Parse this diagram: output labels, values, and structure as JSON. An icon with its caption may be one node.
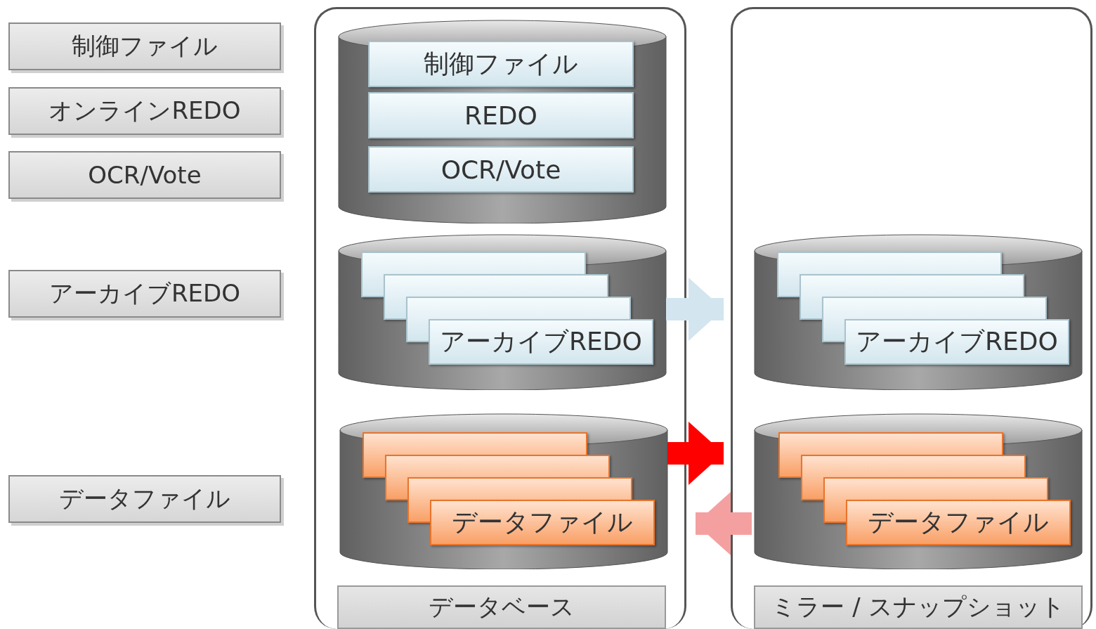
{
  "diagram": {
    "nodes": [
      {
        "text": [
          "制御ファイル"
        ]
      },
      {
        "text": [
          "オンラインREDO"
        ]
      },
      {
        "text": [
          "OCR/Vote"
        ]
      },
      {
        "text": [
          "アーカイブREDO"
        ]
      },
      {
        "text": [
          "データファイル"
        ]
      },
      {
        "text": [
          "データベース"
        ]
      },
      {
        "text": [],
        "shape": "cylinder",
        "in": 5
      },
      {
        "text": [
          "制御ファイル"
        ],
        "in": 6
      },
      {
        "text": [
          "REDO"
        ],
        "in": 6
      },
      {
        "text": [
          "OCR/Vote"
        ],
        "in": 6
      },
      {
        "text": [],
        "shape": "cylinder",
        "in": 5
      },
      {
        "text": [],
        "shape": "box",
        "in": 10
      },
      {
        "text": [],
        "shape": "box",
        "in": 10
      },
      {
        "text": [],
        "shape": "box",
        "in": 10
      },
      {
        "text": [
          "アーカイブREDO"
        ],
        "in": 10
      },
      {
        "text": [],
        "shape": "cylinder",
        "in": 5
      },
      {
        "text": [],
        "shape": "box",
        "in": 15
      },
      {
        "text": [],
        "shape": "box",
        "in": 15
      },
      {
        "text": [],
        "shape": "box",
        "in": 15
      },
      {
        "text": [
          "データファイル"
        ],
        "in": 15
      },
      {
        "text": [
          "ミラー / スナップショット"
        ]
      },
      {
        "text": [],
        "shape": "cylinder",
        "in": 20
      },
      {
        "text": [],
        "shape": "box",
        "in": 21
      },
      {
        "text": [],
        "shape": "box",
        "in": 21
      },
      {
        "text": [],
        "shape": "box",
        "in": 21
      },
      {
        "text": [
          "アーカイブREDO"
        ],
        "in": 21
      },
      {
        "text": [],
        "shape": "cylinder",
        "in": 20
      },
      {
        "text": [],
        "shape": "box",
        "in": 26
      },
      {
        "text": [],
        "shape": "box",
        "in": 26
      },
      {
        "text": [],
        "shape": "box",
        "in": 26
      },
      {
        "text": [
          "データファイル"
        ],
        "in": 26
      }
    ],
    "edges": [
      {
        "from": 10,
        "to": 21,
        "arrow": "to",
        "color": "#d3e5ee"
      },
      {
        "from": 15,
        "to": 26,
        "arrow": "to",
        "color": "#ff0000"
      },
      {
        "from": 26,
        "to": 15,
        "arrow": "to",
        "color": "#f4a0a0"
      }
    ]
  }
}
